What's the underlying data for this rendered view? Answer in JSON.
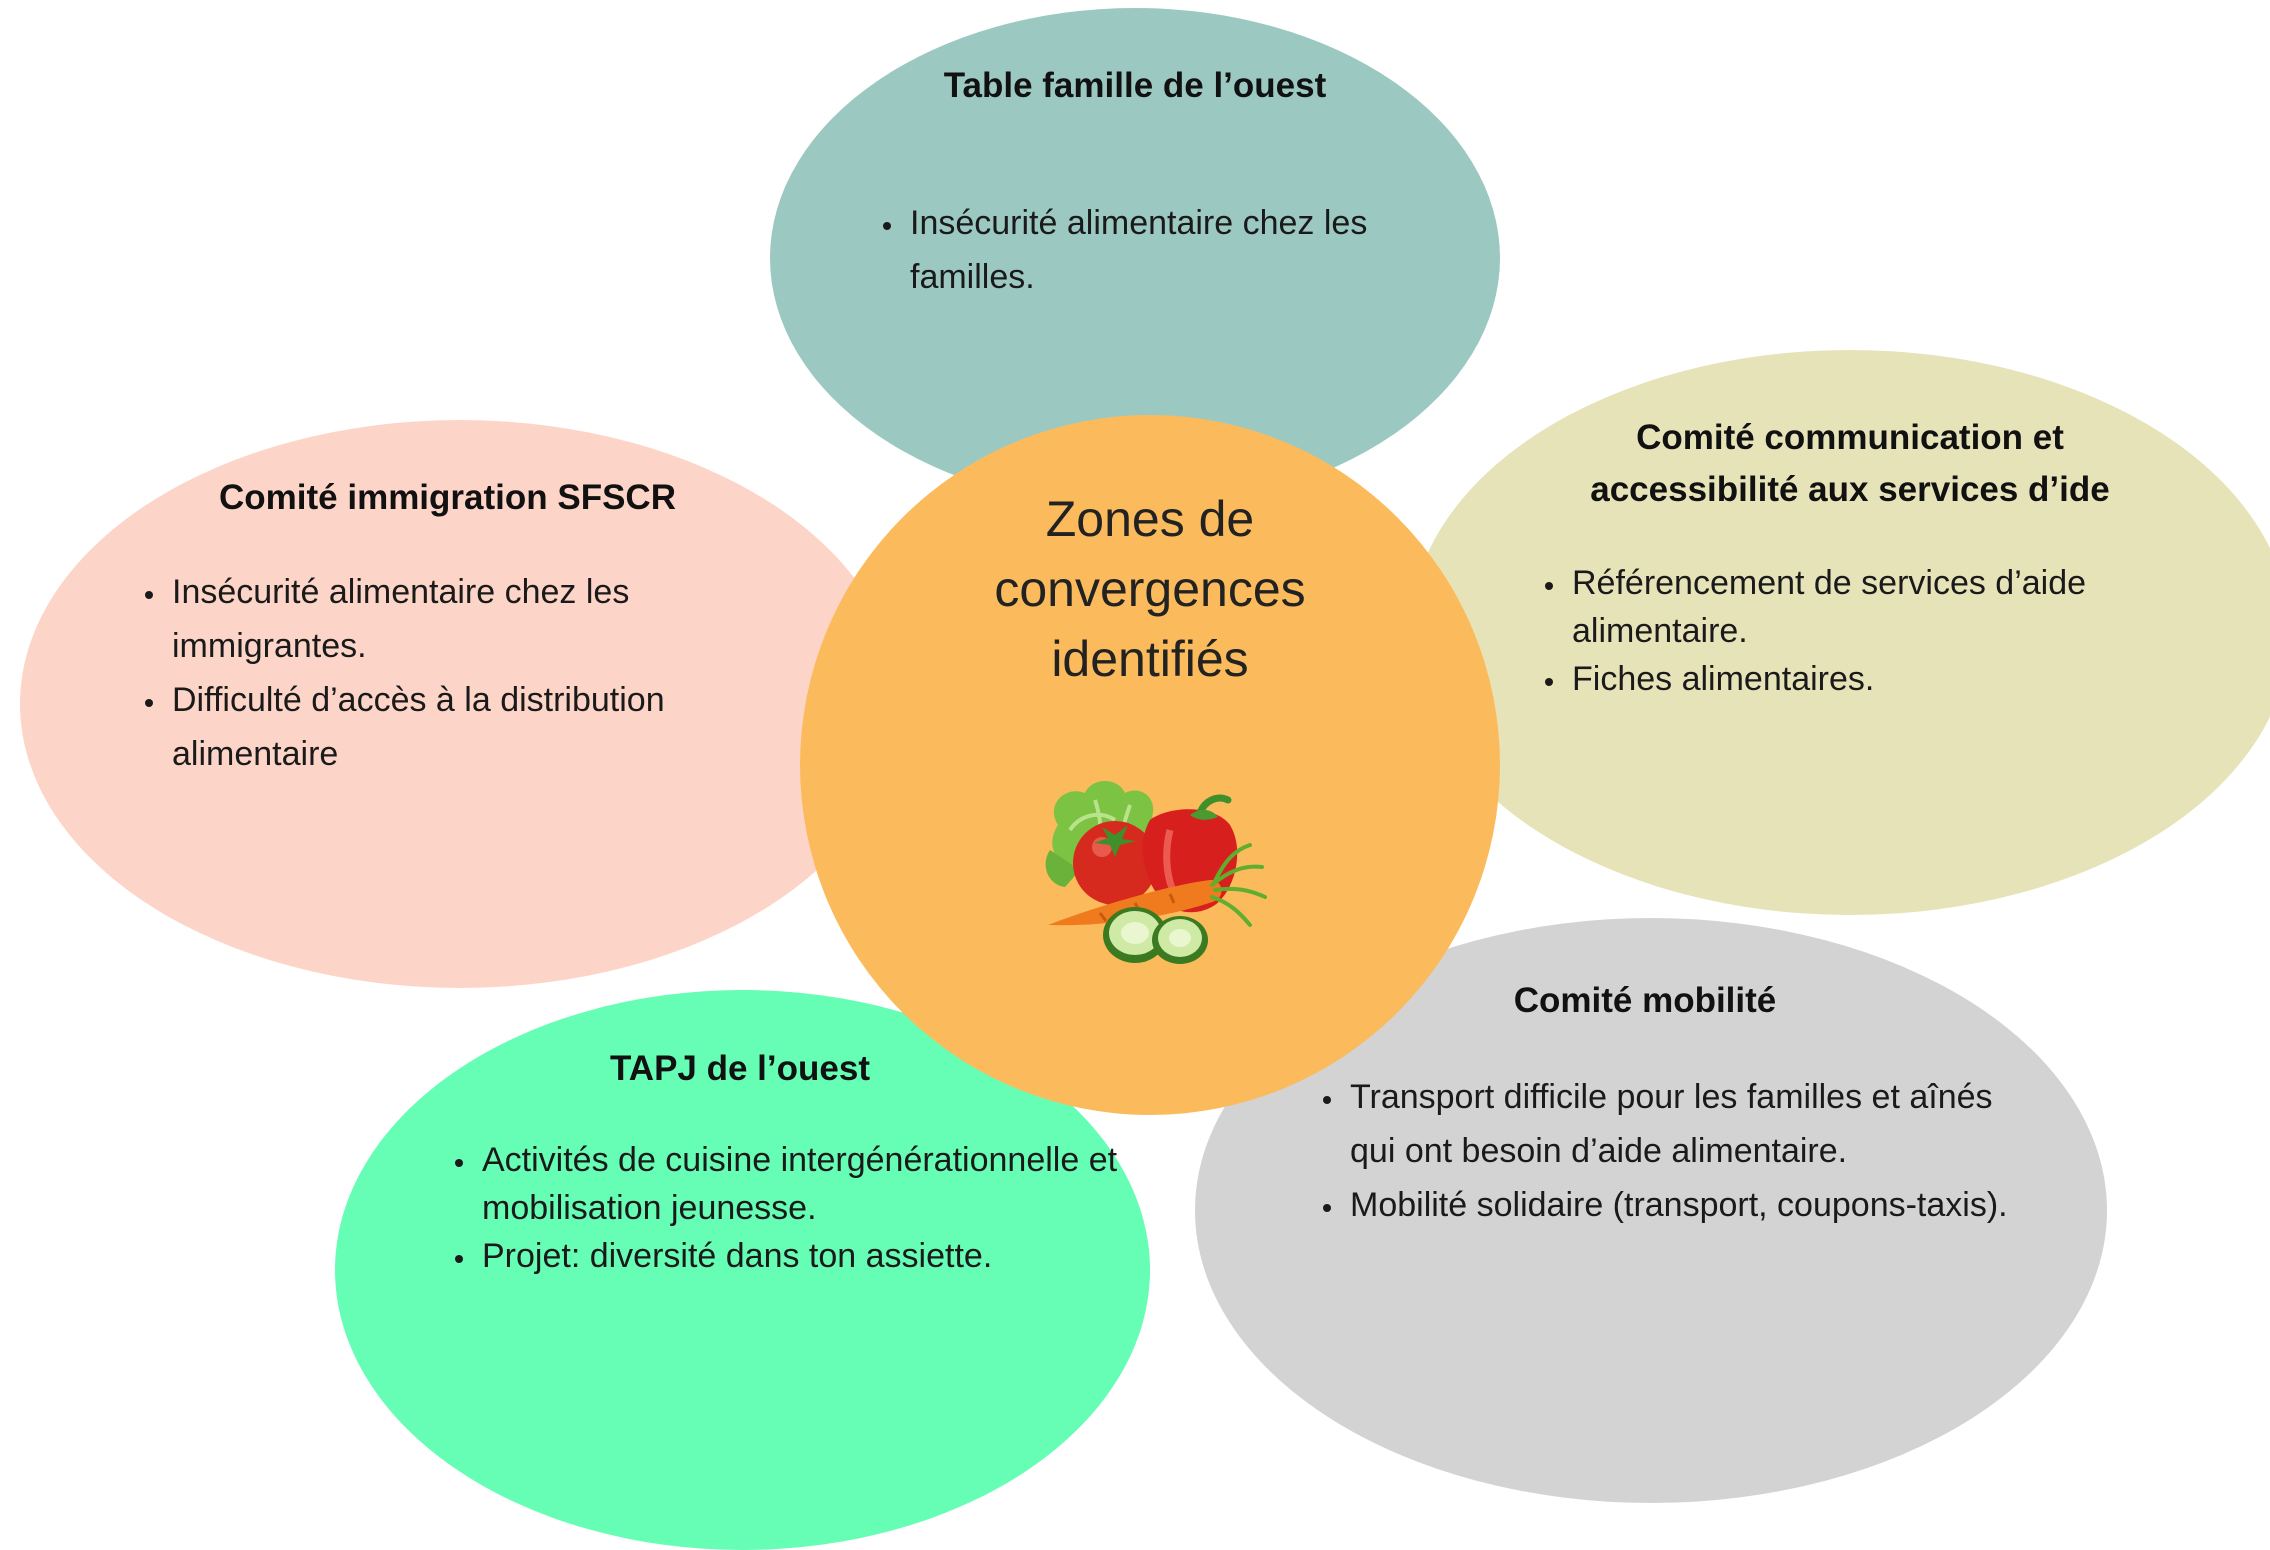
{
  "colors": {
    "table_famille": "#9cc8c2",
    "comite_immigration": "#fdd5c8",
    "comite_communication": "#e7e3b9",
    "tapj": "#66fdb5",
    "comite_mobilite": "#d3d3d3",
    "center": "#fbbb5c"
  },
  "center": {
    "title": "Zones de\nconvergences\nidentifiés",
    "image": "vegetables-icon"
  },
  "groups": {
    "table_famille": {
      "title": "Table famille de l’ouest",
      "items": [
        "Insécurité alimentaire chez les familles."
      ]
    },
    "comite_immigration": {
      "title": "Comité immigration SFSCR",
      "items": [
        "Insécurité alimentaire chez les immigrantes.",
        "Difficulté d’accès à la distribution alimentaire"
      ]
    },
    "comite_communication": {
      "title": "Comité communication et accessibilité aux services d’ide",
      "items": [
        "Référencement de services d’aide alimentaire.",
        "Fiches alimentaires."
      ]
    },
    "tapj": {
      "title": "TAPJ de l’ouest",
      "items": [
        "Activités de cuisine intergénérationnelle et mobilisation jeunesse.",
        "Projet: diversité dans ton assiette."
      ]
    },
    "comite_mobilite": {
      "title": "Comité mobilité",
      "items": [
        "Transport difficile pour les familles et aînés qui ont besoin d’aide alimentaire.",
        "Mobilité solidaire (transport, coupons-taxis)."
      ]
    }
  }
}
